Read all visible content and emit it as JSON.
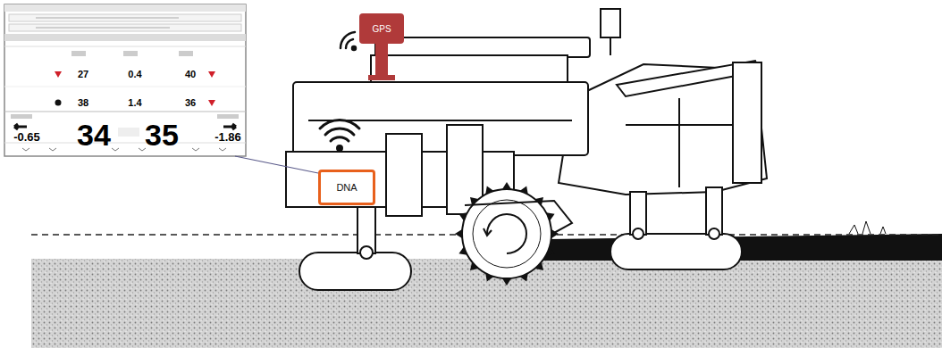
{
  "diagram": {
    "nodes": [
      {
        "text": [
          "27",
          "0.4",
          "40",
          "38",
          "1.4",
          "36",
          "-0.65",
          "34",
          "35",
          "-1.86"
        ]
      },
      {
        "text": [
          "GPS"
        ]
      },
      {
        "text": [
          "DNA"
        ]
      }
    ],
    "edges": [
      {
        "from": 0,
        "to": 2,
        "arrow": "none"
      }
    ]
  }
}
